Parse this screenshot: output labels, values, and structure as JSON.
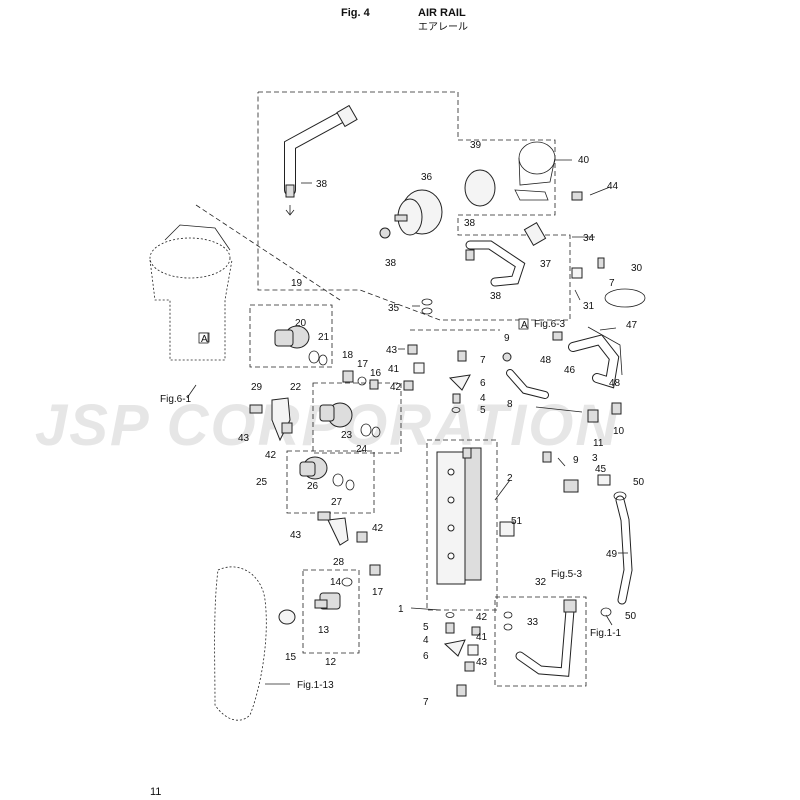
{
  "header": {
    "figure": "Fig. 4",
    "title_en": "AIR RAIL",
    "title_jp": "エアレール"
  },
  "page_number": "11",
  "watermark": "JSP CORPORATION",
  "callouts": [
    "1",
    "2",
    "3",
    "4",
    "5",
    "6",
    "7",
    "8",
    "9",
    "10",
    "11",
    "12",
    "13",
    "14",
    "15",
    "16",
    "17",
    "18",
    "19",
    "20",
    "21",
    "22",
    "23",
    "24",
    "25",
    "26",
    "27",
    "28",
    "29",
    "30",
    "31",
    "32",
    "33",
    "34",
    "35",
    "36",
    "37",
    "38",
    "39",
    "40",
    "41",
    "42",
    "43",
    "44",
    "45",
    "46",
    "47",
    "48",
    "49",
    "50",
    "51"
  ],
  "references": {
    "fig_6_1": "Fig.6-1",
    "fig_6_3": "Fig.6-3",
    "fig_5_3": "Fig.5-3",
    "fig_1_1": "Fig.1-1",
    "fig_1_13": "Fig.1-13",
    "marker_a": "A"
  }
}
